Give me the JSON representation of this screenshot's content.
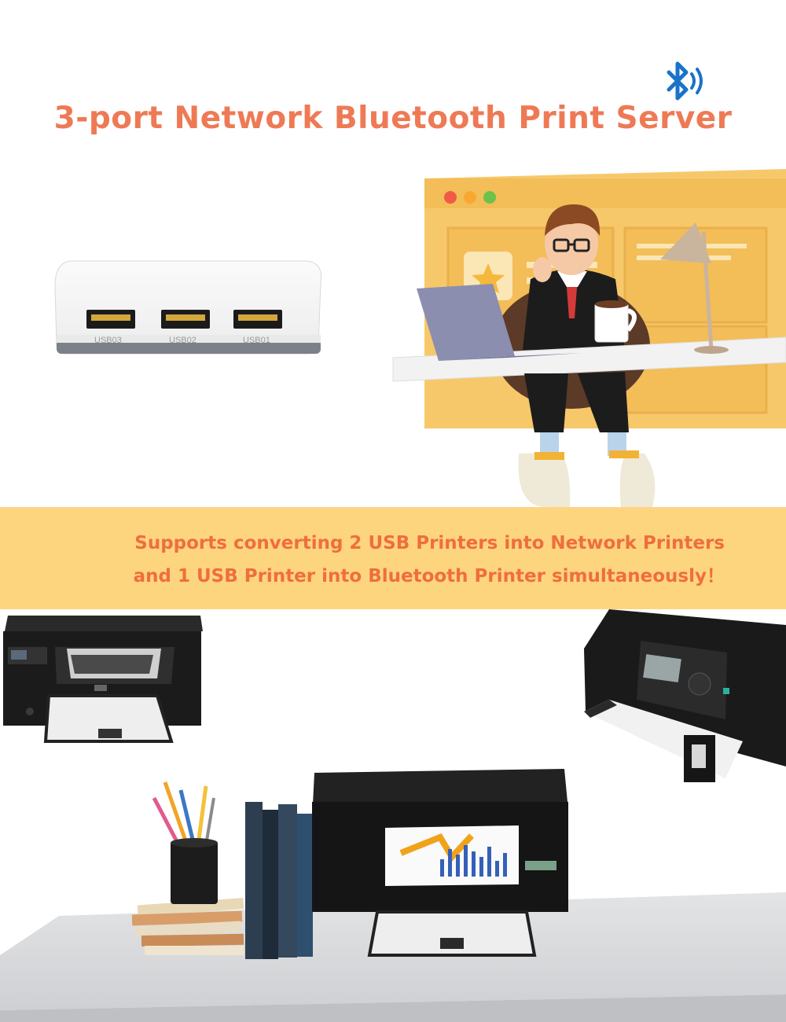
{
  "title": "3-port Network Bluetooth Print Server",
  "banner": {
    "line1": "Supports converting 2 USB Printers into Network Printers",
    "line2": "and 1 USB Printer into Bluetooth Printer simultaneously！"
  },
  "device": {
    "ports": [
      "USB03",
      "USB02",
      "USB01"
    ]
  },
  "colors": {
    "title": "#ee7a55",
    "banner_bg": "#fed57f",
    "banner_text": "#ef6e3d",
    "bluetooth": "#1a73c9"
  },
  "icons": {
    "bluetooth": "bluetooth-icon"
  }
}
